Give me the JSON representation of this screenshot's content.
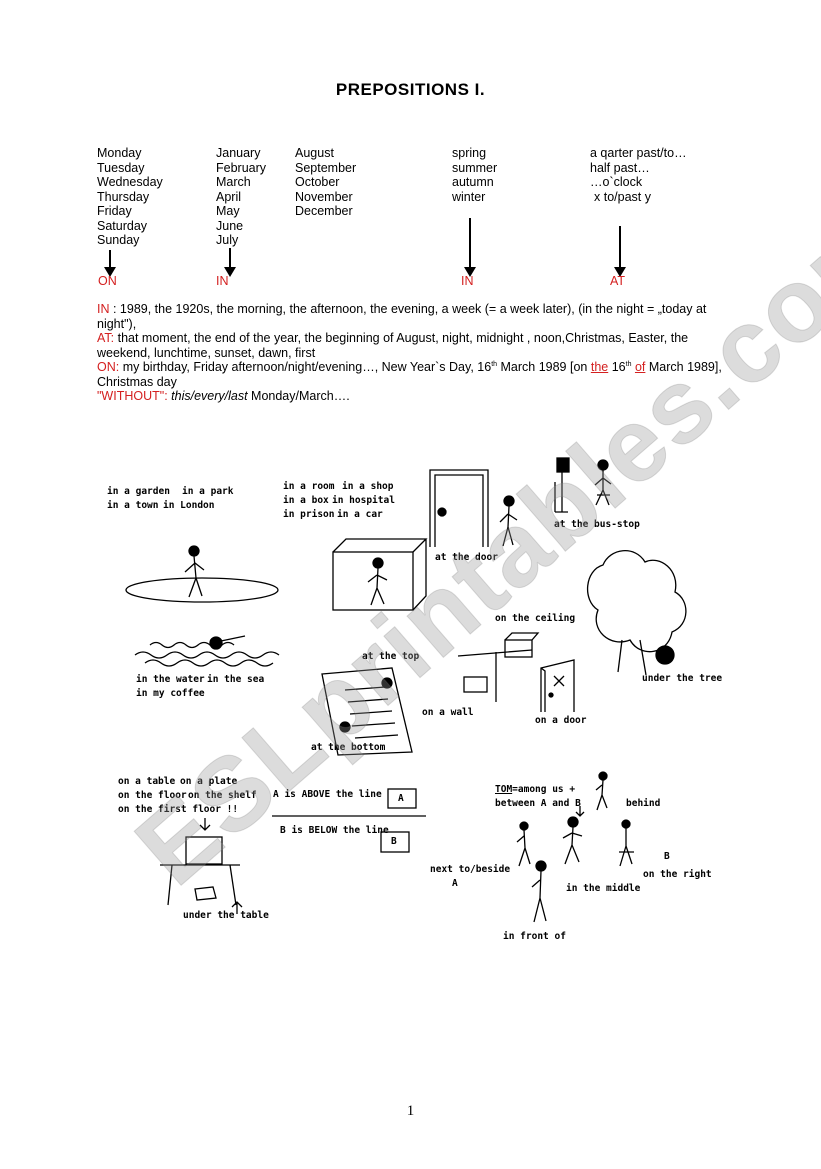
{
  "title": "PREPOSITIONS I.",
  "columns": {
    "days": [
      "Monday",
      "Tuesday",
      "Wednesday",
      "Thursday",
      "Friday",
      "Saturday",
      "Sunday"
    ],
    "months_a": [
      "January",
      "February",
      "March",
      "April",
      "May",
      "June",
      "July"
    ],
    "months_b": [
      "August",
      "September",
      "October",
      "November",
      "December"
    ],
    "seasons": [
      "spring",
      "summer",
      "autumn",
      "winter"
    ],
    "times": [
      "a qarter past/to…",
      "half past…",
      "…o`clock",
      "x to/past y"
    ]
  },
  "markers": {
    "days": "ON",
    "months": "IN",
    "seasons": "IN",
    "times": "AT"
  },
  "notes": {
    "in_label": "IN",
    "in_text": " : 1989, the 1920s, the morning,  the afternoon,  the evening,  a week (= a week later), (in the night = „today at night\"),",
    "at_label": "AT:",
    "at_text": "  that moment, the end of the year, the beginning of August, night, midnight , noon,Christmas, Easter, the weekend, lunchtime, sunset, dawn, first",
    "on_label": "ON:",
    "on_text_a": "  my birthday, Friday afternoon/night/evening…, New Year`s Day, 16",
    "on_sup_a": "th",
    "on_text_b": " March 1989 [on ",
    "on_the": "the",
    "on_text_c": " 16",
    "on_sup_b": "th",
    "on_of": "of",
    "on_text_d": " March 1989], Christmas day",
    "without_label": "\"WITHOUT\":",
    "without_italic": " this/every/last",
    "without_text": "  Monday/March…."
  },
  "labels": {
    "garden": "in a garden",
    "park": "in a park",
    "town": "in a town",
    "london": "in London",
    "room": "in a room",
    "shop": "in a shop",
    "box": "in a box",
    "hospital": "in hospital",
    "prison": "in prison",
    "car": "in a car",
    "door": "at the door",
    "busstop": "at the bus-stop",
    "water": "in the water",
    "sea": "in the sea",
    "coffee": "in my coffee",
    "top": "at the top",
    "bottom": "at the bottom",
    "ceiling": "on the ceiling",
    "wall": "on a wall",
    "ondoor": "on a door",
    "tree": "under the tree",
    "table": "on a table",
    "plate": "on a plate",
    "floor": "on the floor",
    "shelf": "on the shelf",
    "firstfloor": "on the first floor !!",
    "undertable": "under the table",
    "above": "A is ABOVE the line",
    "below": "B is BELOW the line",
    "box_a": "A",
    "box_b": "B",
    "tom_name": "TOM",
    "tom_rest": "=among us +",
    "between": "between A and B",
    "behind": "behind",
    "nextto": "next to/beside",
    "letter_a": "A",
    "middle": "in the middle",
    "letter_b": "B",
    "right": "on the right",
    "front": "in front of"
  },
  "watermark": "ESLprintables.com",
  "page_number": "1"
}
